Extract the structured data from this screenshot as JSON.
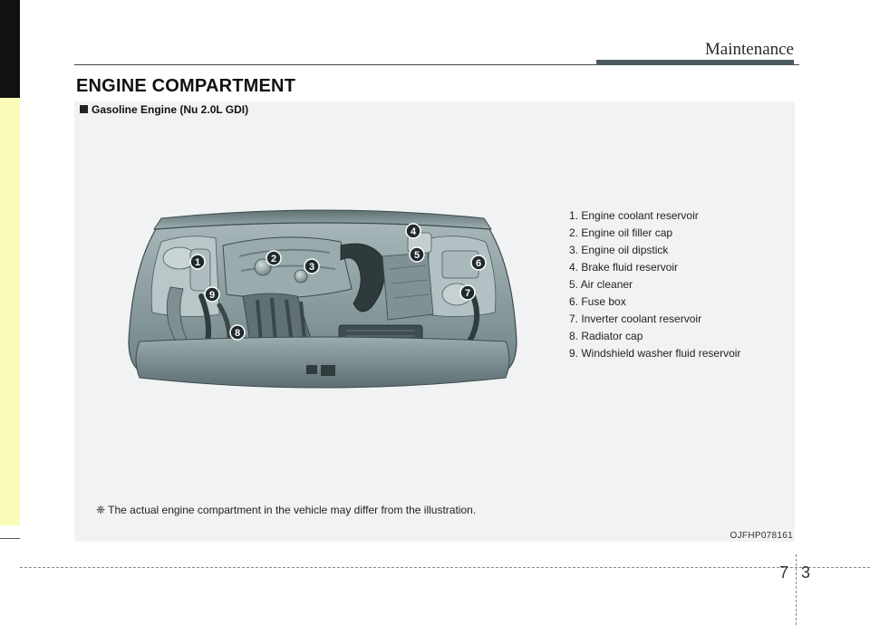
{
  "header": {
    "section_title": "Maintenance",
    "page_heading": "ENGINE COMPARTMENT"
  },
  "panel": {
    "caption": "Gasoline Engine (Nu 2.0L GDI)",
    "callouts": [
      "1",
      "2",
      "3",
      "4",
      "5",
      "6",
      "7",
      "8",
      "9"
    ],
    "legend": [
      "1. Engine coolant reservoir",
      "2. Engine oil filler cap",
      "3. Engine oil dipstick",
      "4. Brake fluid reservoir",
      "5. Air cleaner",
      "6. Fuse box",
      "7. Inverter coolant reservoir",
      "8. Radiator cap",
      "9. Windshield washer fluid reservoir"
    ],
    "footnote": "❈ The actual engine compartment in the vehicle may differ from the illustration.",
    "figure_code": "OJFHP078161"
  },
  "footer": {
    "chapter_number": "7",
    "page_number": "3"
  },
  "colors": {
    "sidebar_yellow": "#fbfbb8",
    "sidebar_black": "#111111",
    "panel_bg": "#f1f2f3",
    "header_bar": "#4b5a5f",
    "engine_tone": "#8fa3a6"
  }
}
